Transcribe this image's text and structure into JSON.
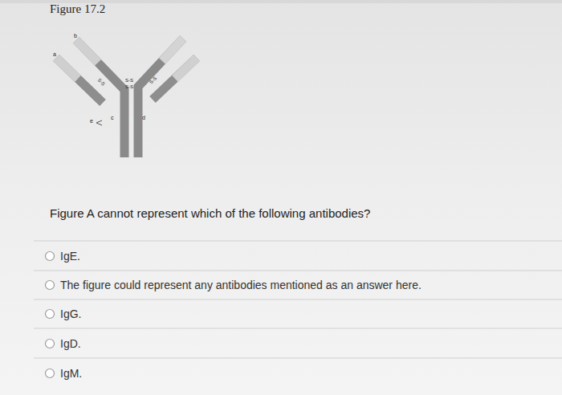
{
  "diagram": {
    "title": "Figure 17.2",
    "labels": [
      "a",
      "b",
      "e",
      "c",
      "d",
      "S-S",
      "S-S",
      "S-S",
      "S-S",
      "Figure A cannot represent which of the following antibodies?",
      "IgE.",
      "The figure could represent any antibodies mentioned as an answer here.",
      "IgG.",
      "IgD.",
      "IgM."
    ]
  }
}
